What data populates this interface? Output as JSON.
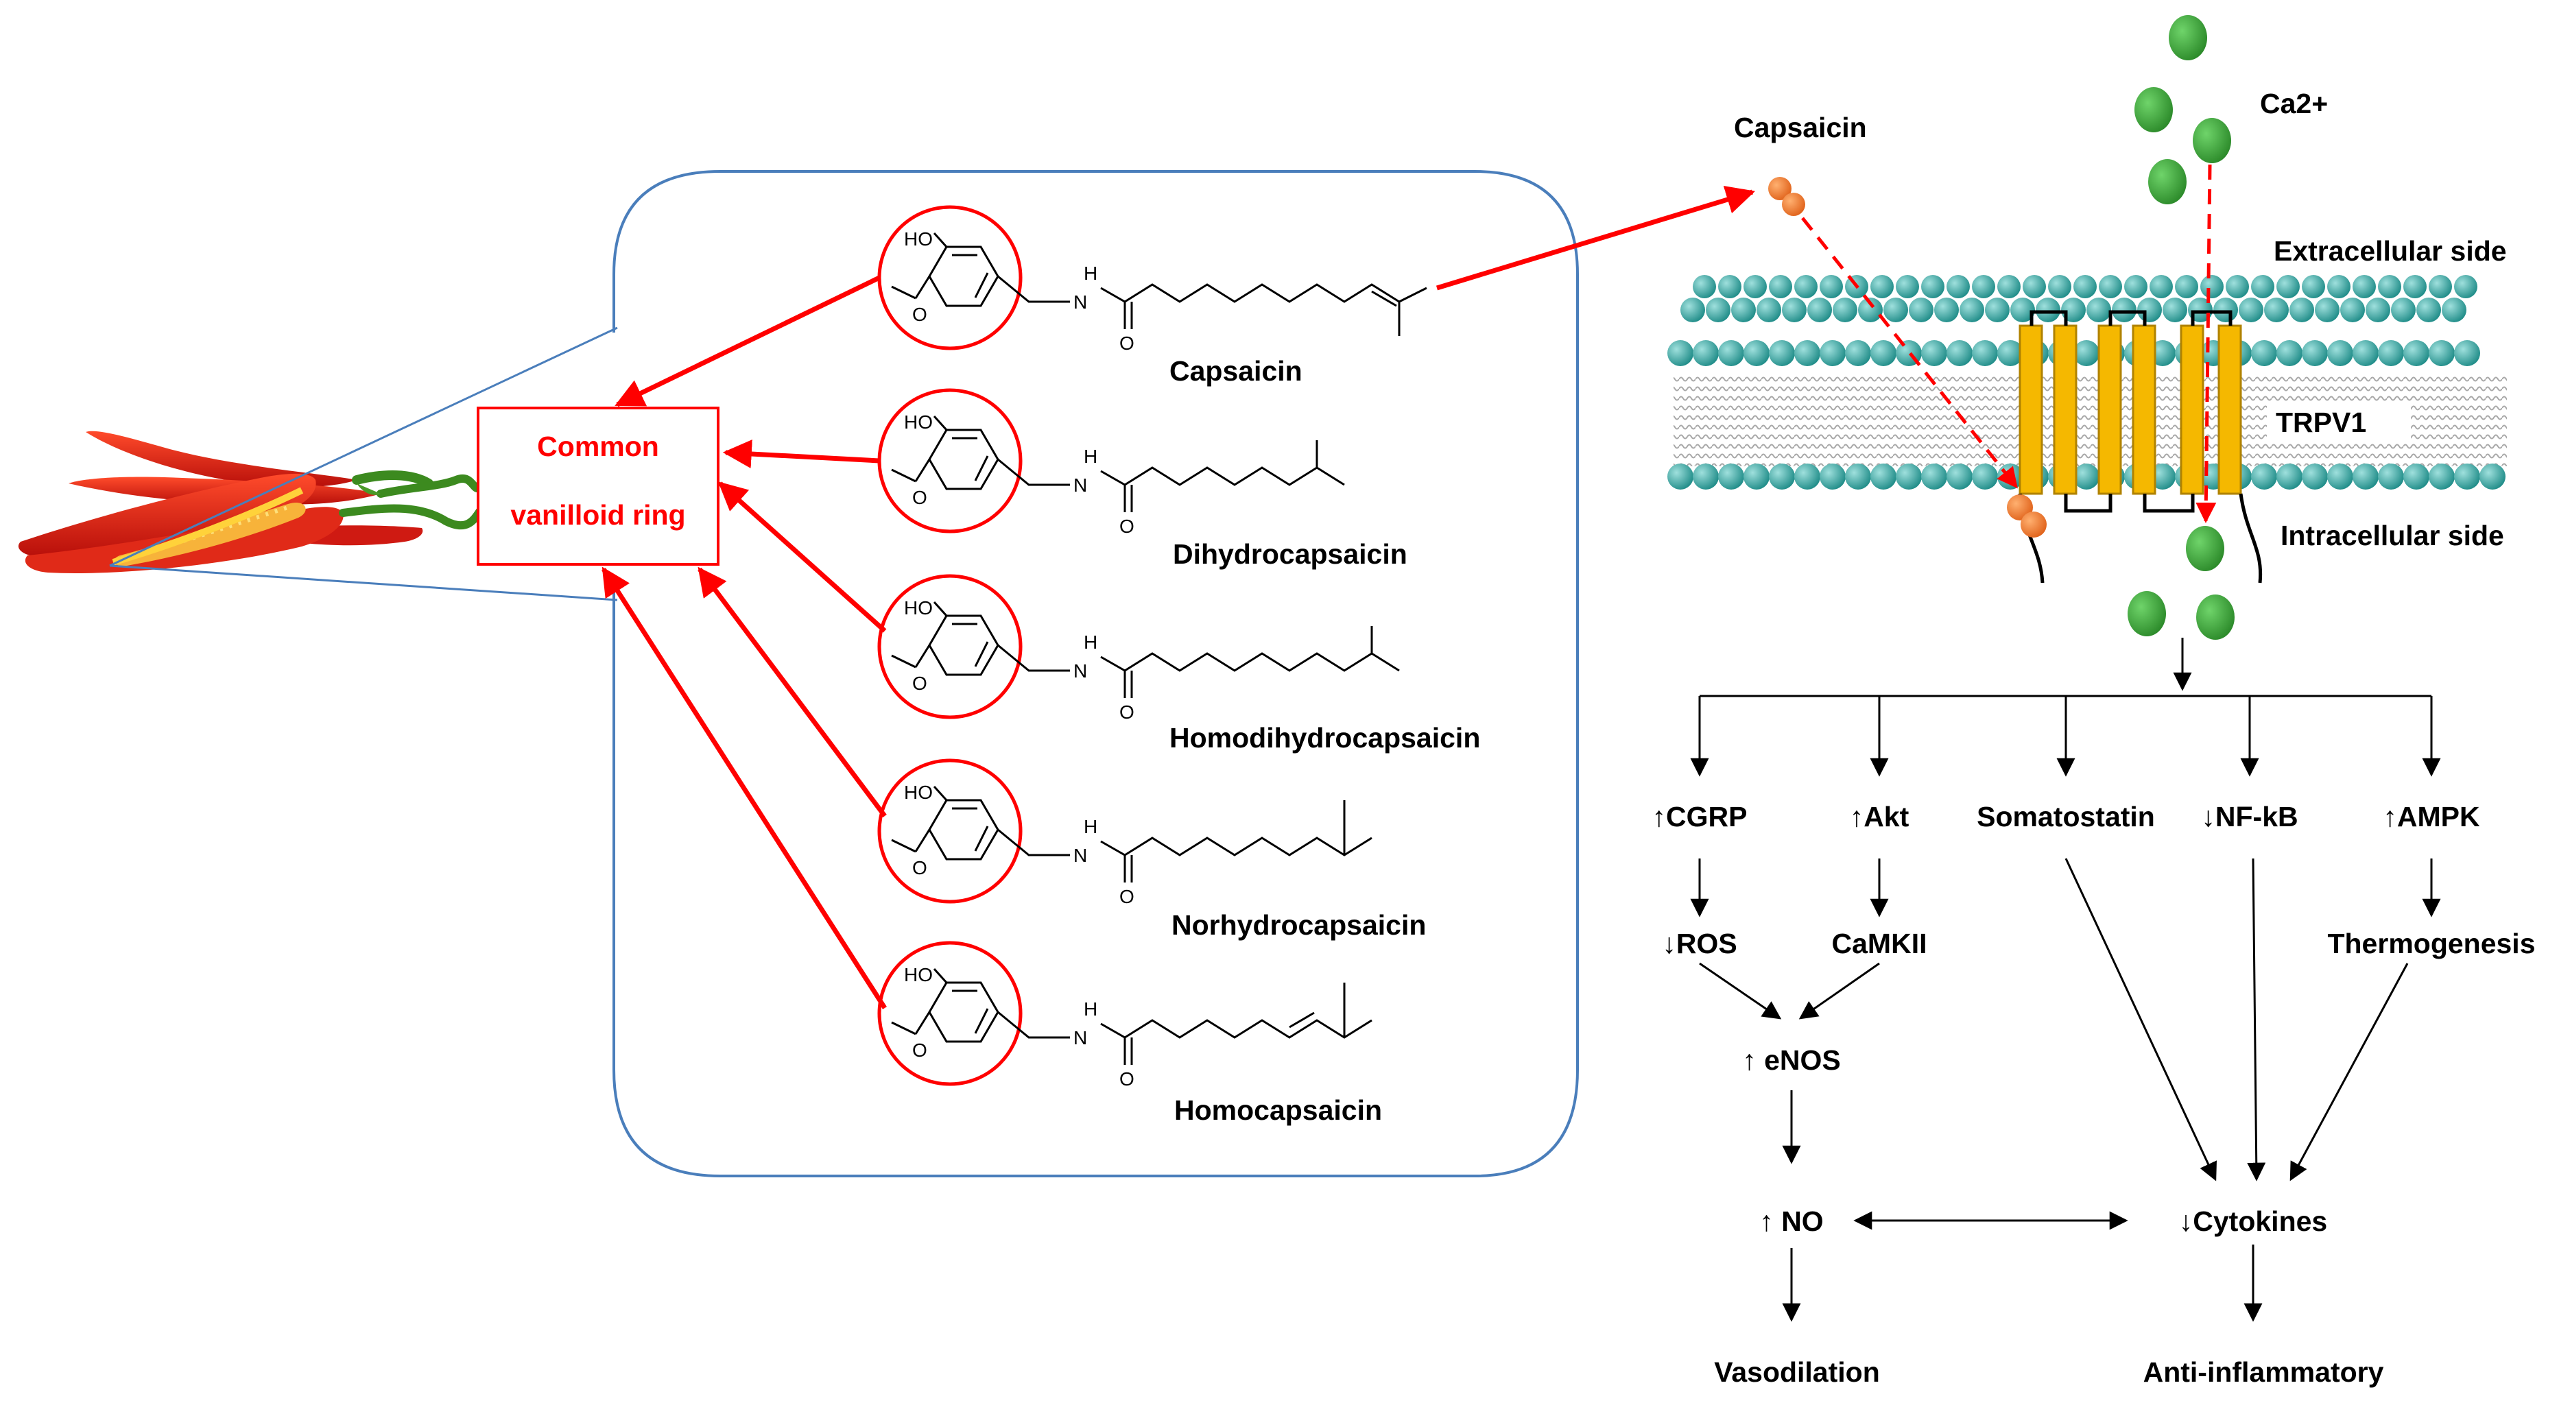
{
  "colors": {
    "red": "#ff0000",
    "blue_outline": "#4a7ebb",
    "bead": "#2a9d9a",
    "channel": "#f5b800",
    "calcium": "#3ea33a",
    "capsaicin_molecule": "#f07a2a"
  },
  "vanilloid_box": {
    "line1": "Common",
    "line2": "vanilloid ring"
  },
  "ring_labels": {
    "ho": "HO",
    "nh": "H",
    "n": "N",
    "o_ether": "O",
    "o_carbonyl": "O"
  },
  "compounds": [
    {
      "name": "Capsaicin"
    },
    {
      "name": "Dihydrocapsaicin"
    },
    {
      "name": "Homodihydrocapsaicin"
    },
    {
      "name": "Norhydrocapsaicin"
    },
    {
      "name": "Homocapsaicin"
    }
  ],
  "membrane": {
    "capsaicin_label": "Capsaicin",
    "calcium_label": "Ca2+",
    "extracellular": "Extracellular side",
    "intracellular": "Intracellular side",
    "channel_label": "TRPV1"
  },
  "pathway": {
    "cgrp": "↑CGRP",
    "akt": "↑Akt",
    "somatostatin": "Somatostatin",
    "nfkb": "↓NF-kB",
    "ampk": "↑AMPK",
    "ros": "↓ROS",
    "camkii": "CaMKII",
    "thermogenesis": "Thermogenesis",
    "enos": "↑ eNOS",
    "no": "↑ NO",
    "cytokines": "↓Cytokines",
    "vasodilation": "Vasodilation",
    "anti_inflammatory": "Anti-inflammatory"
  }
}
